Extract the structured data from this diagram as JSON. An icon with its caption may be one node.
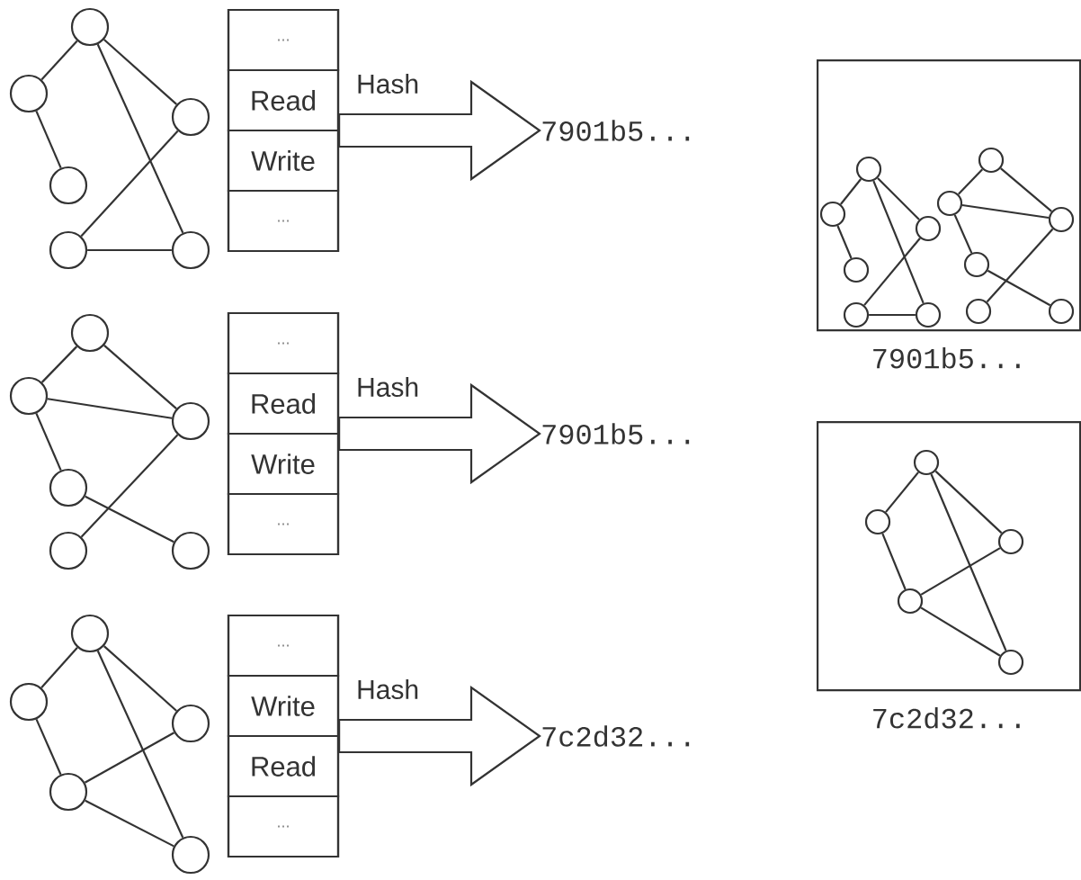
{
  "diagram": {
    "nodes": [
      {
        "text": [],
        "shape": "circle"
      },
      {
        "text": [],
        "shape": "circle"
      },
      {
        "text": [],
        "shape": "circle"
      },
      {
        "text": [],
        "shape": "circle"
      },
      {
        "text": [],
        "shape": "circle"
      },
      {
        "text": [],
        "shape": "circle"
      },
      {
        "text": [],
        "shape": "box"
      },
      {
        "text": [
          "..."
        ],
        "in": 6
      },
      {
        "text": [
          "Read"
        ],
        "in": 6
      },
      {
        "text": [
          "Write"
        ],
        "in": 6
      },
      {
        "text": [
          "..."
        ],
        "in": 6
      },
      {
        "text": [
          "7901b5..."
        ]
      },
      {
        "text": [
          "7901b5..."
        ]
      },
      {
        "text": [],
        "shape": "circle",
        "in": 12
      },
      {
        "text": [],
        "shape": "circle",
        "in": 12
      },
      {
        "text": [],
        "shape": "circle",
        "in": 12
      },
      {
        "text": [],
        "shape": "circle",
        "in": 12
      },
      {
        "text": [],
        "shape": "circle",
        "in": 12
      },
      {
        "text": [],
        "shape": "circle",
        "in": 12
      },
      {
        "text": [],
        "shape": "circle",
        "in": 12
      },
      {
        "text": [],
        "shape": "circle",
        "in": 12
      },
      {
        "text": [],
        "shape": "circle",
        "in": 12
      },
      {
        "text": [],
        "shape": "circle",
        "in": 12
      },
      {
        "text": [],
        "shape": "circle",
        "in": 12
      },
      {
        "text": [],
        "shape": "circle",
        "in": 12
      },
      {
        "text": [],
        "shape": "circle"
      },
      {
        "text": [],
        "shape": "circle"
      },
      {
        "text": [],
        "shape": "circle"
      },
      {
        "text": [],
        "shape": "circle"
      },
      {
        "text": [],
        "shape": "circle"
      },
      {
        "text": [],
        "shape": "circle"
      },
      {
        "text": [],
        "shape": "box"
      },
      {
        "text": [
          "..."
        ],
        "in": 31
      },
      {
        "text": [
          "Read"
        ],
        "in": 31
      },
      {
        "text": [
          "Write"
        ],
        "in": 31
      },
      {
        "text": [
          "..."
        ],
        "in": 31
      },
      {
        "text": [
          "7901b5..."
        ]
      },
      {
        "text": [
          "7c2d32..."
        ]
      },
      {
        "text": [],
        "shape": "circle",
        "in": 37
      },
      {
        "text": [],
        "shape": "circle",
        "in": 37
      },
      {
        "text": [],
        "shape": "circle",
        "in": 37
      },
      {
        "text": [],
        "shape": "circle",
        "in": 37
      },
      {
        "text": [],
        "shape": "circle",
        "in": 37
      },
      {
        "text": [],
        "shape": "circle"
      },
      {
        "text": [],
        "shape": "circle"
      },
      {
        "text": [],
        "shape": "circle"
      },
      {
        "text": [],
        "shape": "circle"
      },
      {
        "text": [],
        "shape": "circle"
      },
      {
        "text": [],
        "shape": "box"
      },
      {
        "text": [
          "..."
        ],
        "in": 48
      },
      {
        "text": [
          "Write"
        ],
        "in": 48
      },
      {
        "text": [
          "Read"
        ],
        "in": 48
      },
      {
        "text": [
          "..."
        ],
        "in": 48
      },
      {
        "text": [
          "7c2d32..."
        ]
      }
    ],
    "edges": [
      {
        "from": 0,
        "to": 1,
        "arrow": "none"
      },
      {
        "from": 1,
        "to": 2,
        "arrow": "none"
      },
      {
        "from": 0,
        "to": 3,
        "arrow": "none"
      },
      {
        "from": 0,
        "to": 5,
        "arrow": "none"
      },
      {
        "from": 3,
        "to": 4,
        "arrow": "none"
      },
      {
        "from": 4,
        "to": 5,
        "arrow": "none"
      },
      {
        "from": 6,
        "to": 11,
        "arrow": "to",
        "label": "Hash"
      },
      {
        "from": 13,
        "to": 14,
        "arrow": "none"
      },
      {
        "from": 14,
        "to": 15,
        "arrow": "none"
      },
      {
        "from": 13,
        "to": 16,
        "arrow": "none"
      },
      {
        "from": 13,
        "to": 18,
        "arrow": "none"
      },
      {
        "from": 16,
        "to": 17,
        "arrow": "none"
      },
      {
        "from": 17,
        "to": 18,
        "arrow": "none"
      },
      {
        "from": 19,
        "to": 20,
        "arrow": "none"
      },
      {
        "from": 19,
        "to": 21,
        "arrow": "none"
      },
      {
        "from": 20,
        "to": 21,
        "arrow": "none"
      },
      {
        "from": 20,
        "to": 22,
        "arrow": "none"
      },
      {
        "from": 22,
        "to": 24,
        "arrow": "none"
      },
      {
        "from": 21,
        "to": 23,
        "arrow": "none"
      },
      {
        "from": 25,
        "to": 26,
        "arrow": "none"
      },
      {
        "from": 25,
        "to": 27,
        "arrow": "none"
      },
      {
        "from": 26,
        "to": 27,
        "arrow": "none"
      },
      {
        "from": 26,
        "to": 28,
        "arrow": "none"
      },
      {
        "from": 28,
        "to": 30,
        "arrow": "none"
      },
      {
        "from": 27,
        "to": 29,
        "arrow": "none"
      },
      {
        "from": 31,
        "to": 36,
        "arrow": "to",
        "label": "Hash"
      },
      {
        "from": 38,
        "to": 39,
        "arrow": "none"
      },
      {
        "from": 39,
        "to": 41,
        "arrow": "none"
      },
      {
        "from": 38,
        "to": 40,
        "arrow": "none"
      },
      {
        "from": 38,
        "to": 42,
        "arrow": "none"
      },
      {
        "from": 41,
        "to": 40,
        "arrow": "none"
      },
      {
        "from": 41,
        "to": 42,
        "arrow": "none"
      },
      {
        "from": 43,
        "to": 44,
        "arrow": "none"
      },
      {
        "from": 44,
        "to": 46,
        "arrow": "none"
      },
      {
        "from": 43,
        "to": 45,
        "arrow": "none"
      },
      {
        "from": 43,
        "to": 47,
        "arrow": "none"
      },
      {
        "from": 46,
        "to": 45,
        "arrow": "none"
      },
      {
        "from": 46,
        "to": 47,
        "arrow": "none"
      },
      {
        "from": 48,
        "to": 53,
        "arrow": "to",
        "label": "Hash"
      }
    ]
  }
}
